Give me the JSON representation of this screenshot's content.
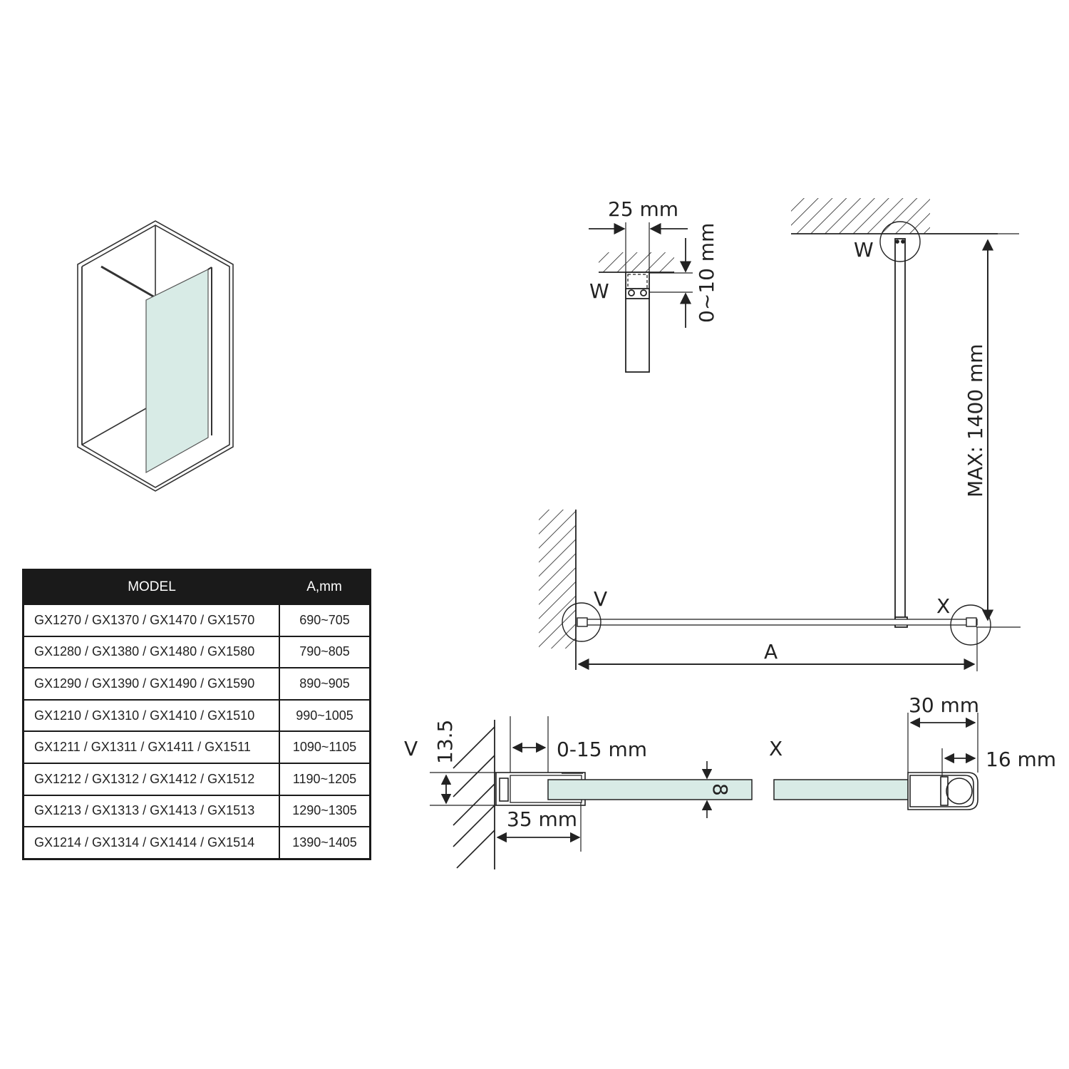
{
  "labels": {
    "w_detail": "W",
    "w_main": "W",
    "v_main": "V",
    "x_main": "X",
    "a_dim": "A",
    "v_detail": "V",
    "x_detail": "X"
  },
  "dimensions": {
    "width_25": "25 mm",
    "gap_0_10": "0~10 mm",
    "max_height": "MAX: 1400 mm",
    "gap_0_15": "0-15 mm",
    "dim_13_5": "13.5",
    "dim_35": "35 mm",
    "glass_8": "8",
    "dim_30": "30 mm",
    "dim_16": "16 mm"
  },
  "table": {
    "headers": [
      "MODEL",
      "A,mm"
    ],
    "rows": [
      [
        "GX1270 / GX1370 / GX1470 / GX1570",
        "690~705"
      ],
      [
        "GX1280 / GX1380 / GX1480 / GX1580",
        "790~805"
      ],
      [
        "GX1290 / GX1390 / GX1490 / GX1590",
        "890~905"
      ],
      [
        "GX1210 / GX1310 / GX1410 / GX1510",
        "990~1005"
      ],
      [
        "GX1211 / GX1311 / GX1411 / GX1511",
        "1090~1105"
      ],
      [
        "GX1212 / GX1312 / GX1412 / GX1512",
        "1190~1205"
      ],
      [
        "GX1213 / GX1313 / GX1413 / GX1513",
        "1290~1305"
      ],
      [
        "GX1214 / GX1314 / GX1414 / GX1514",
        "1390~1405"
      ]
    ]
  },
  "colors": {
    "line": "#222222",
    "glass": "#d8ebe6",
    "header_bg": "#1a1a1a"
  }
}
